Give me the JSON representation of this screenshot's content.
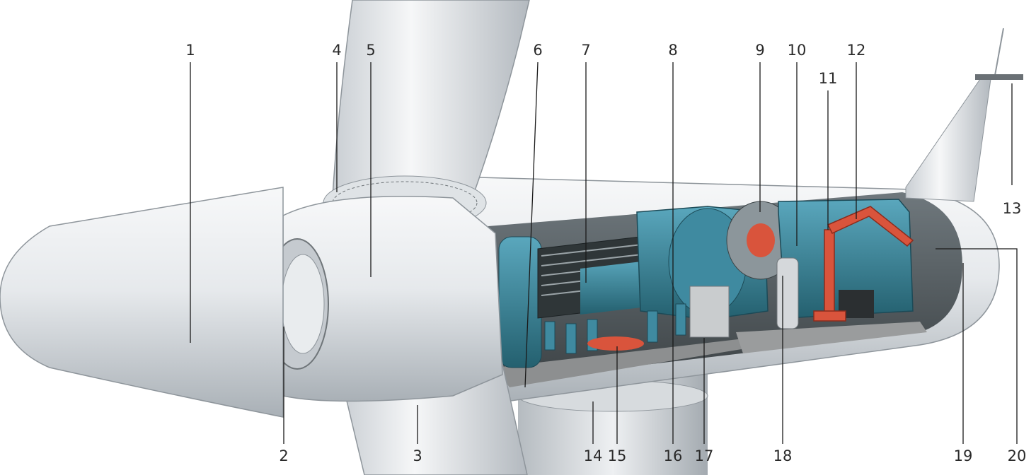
{
  "callouts": {
    "c1": "1",
    "c2": "2",
    "c3": "3",
    "c4": "4",
    "c5": "5",
    "c6": "6",
    "c7": "7",
    "c8": "8",
    "c9": "9",
    "c10": "10",
    "c11": "11",
    "c12": "12",
    "c13": "13",
    "c14": "14",
    "c15": "15",
    "c16": "16",
    "c17": "17",
    "c18": "18",
    "c19": "19",
    "c20": "20"
  },
  "colors": {
    "shell": "#e4e7ea",
    "shell_shadow": "#b9bfc5",
    "machinery": "#3f8aa0",
    "machinery_dark": "#23586a",
    "crane": "#d9543c",
    "floor": "#8d8f90",
    "leader": "#1a1a1a"
  }
}
